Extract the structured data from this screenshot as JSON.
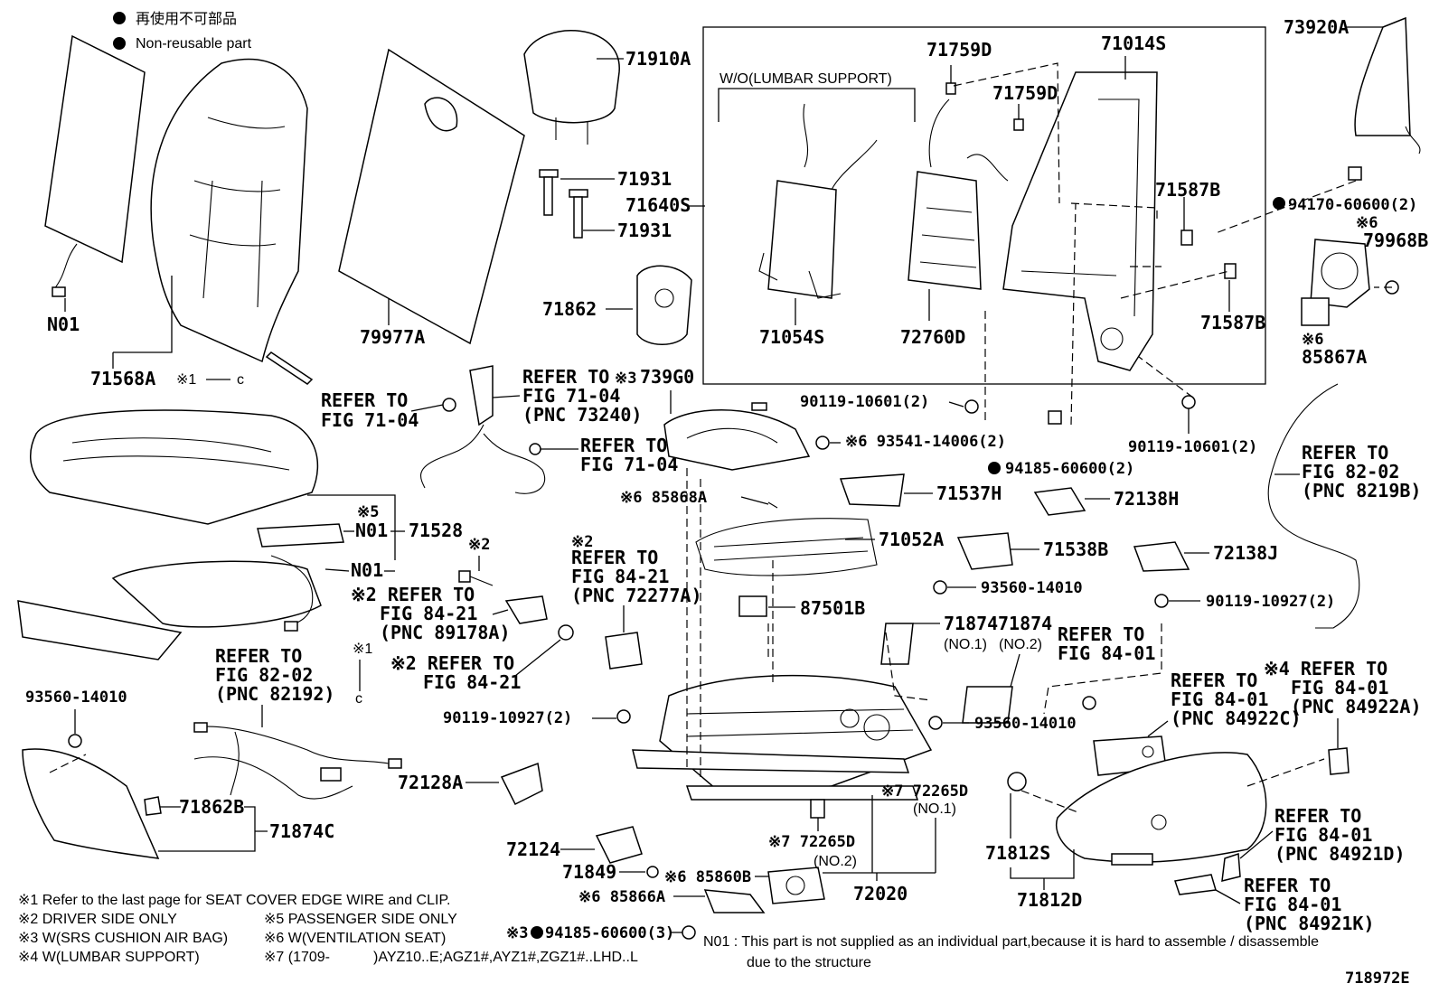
{
  "legend": {
    "jp": "再使用不可部品",
    "en": "Non-reusable part"
  },
  "diagram_id": "718972E",
  "footnotes": [
    "※1 Refer to the last page for SEAT COVER EDGE WIRE and CLIP.",
    "※2 DRIVER SIDE ONLY",
    "※3 W(SRS CUSHION AIR BAG)",
    "※4 W(LUMBAR SUPPORT)",
    "※5 PASSENGER SIDE ONLY",
    "※6 W(VENTILATION SEAT)",
    "※7 (1709-　　　)AYZ10..E;AGZ1#,AYZ1#,ZGZ1#..LHD..L"
  ],
  "n01_note": {
    "line1": "N01 : This part is not supplied as an individual part,because it is hard to assemble / disassemble",
    "line2": "due to the structure"
  },
  "inset_label": "W/O(LUMBAR SUPPORT)",
  "labels": {
    "p71910A": "71910A",
    "p71931a": "71931",
    "p71931b": "71931",
    "p71640S": "71640S",
    "p71862": "71862",
    "p71568A": "71568A",
    "p79977A": "79977A",
    "n01a": "N01",
    "cl1": "※1",
    "p71759D_a": "71759D",
    "p71759D_b": "71759D",
    "p71014S": "71014S",
    "p71587B_a": "71587B",
    "p71587B_b": "71587B",
    "p71054S": "71054S",
    "p72760D": "72760D",
    "p73920A": "73920A",
    "p94170": "94170-60600(2)",
    "m6a": "※6",
    "p79968B": "79968B",
    "m6b": "※6",
    "p85867A": "85867A",
    "p739G0": "739G0",
    "m3a": "※3",
    "ref_a1": "REFER TO",
    "ref_a2": "FIG 71-04",
    "ref_b1": "REFER TO",
    "ref_b2": "FIG 71-04",
    "ref_b3": "(PNC 73240)",
    "ref_c1": "REFER TO",
    "ref_c2": "FIG 71-04",
    "p90119_601a": "90119-10601(2)",
    "p93541": "※6 93541-14006(2)",
    "p94185b": "94185-60600(2)",
    "p90119_601b": "90119-10601(2)",
    "ref_d1": "REFER TO",
    "ref_d2": "FIG 82-02",
    "ref_d3": "(PNC 8219B)",
    "m5": "※5",
    "n01b": "N01",
    "p71528": "71528",
    "n01c": "N01",
    "p85868A": "※6 85868A",
    "p71537H": "71537H",
    "p72138H": "72138H",
    "p71052A": "71052A",
    "p71538B": "71538B",
    "p72138J": "72138J",
    "m2a": "※2",
    "ref_e1": "※2",
    "ref_e2": "REFER TO",
    "ref_e3": "FIG 84-21",
    "ref_e4": "(PNC 72277A)",
    "ref_f1": "※2 REFER TO",
    "ref_f2": "FIG 84-21",
    "ref_f3": "(PNC 89178A)",
    "p93560a": "93560-14010",
    "p90119_927a": "90119-10927(2)",
    "p87501B": "87501B",
    "p71874a": "71874",
    "p71874b": "71874",
    "no1a": "(NO.1)",
    "no2a": "(NO.2)",
    "ref_g1": "REFER TO",
    "ref_g2": "FIG 84-01",
    "ref_h1": "※2 REFER TO",
    "ref_h2": "FIG 84-21",
    "ref_i1": "REFER TO",
    "ref_i2": "FIG 82-02",
    "ref_i3": "(PNC 82192)",
    "cl2": "※1",
    "p93560b": "93560-14010",
    "p90119_927b": "90119-10927(2)",
    "p93560c": "93560-14010",
    "ref_j1": "REFER TO",
    "ref_j2": "FIG 84-01",
    "ref_j3": "(PNC 84922C)",
    "ref_k1": "※4 REFER TO",
    "ref_k2": "FIG 84-01",
    "ref_k3": "(PNC 84922A)",
    "p71862B": "71862B",
    "p71874C": "71874C",
    "p72128A": "72128A",
    "p72265D_a": "※7 72265D",
    "no1b": "(NO.1)",
    "p72265D_b": "※7 72265D",
    "no2b": "(NO.2)",
    "p72124": "72124",
    "p71849": "71849",
    "p85860B": "※6 85860B",
    "p85866A": "※6 85866A",
    "p94185c": "94185-60600(3)",
    "m3b": "※3",
    "p72020": "72020",
    "p71812S": "71812S",
    "p71812D": "71812D",
    "ref_l1": "REFER TO",
    "ref_l2": "FIG 84-01",
    "ref_l3": "(PNC 84921D)",
    "ref_m1": "REFER TO",
    "ref_m2": "FIG 84-01",
    "ref_m3": "(PNC 84921K)"
  }
}
